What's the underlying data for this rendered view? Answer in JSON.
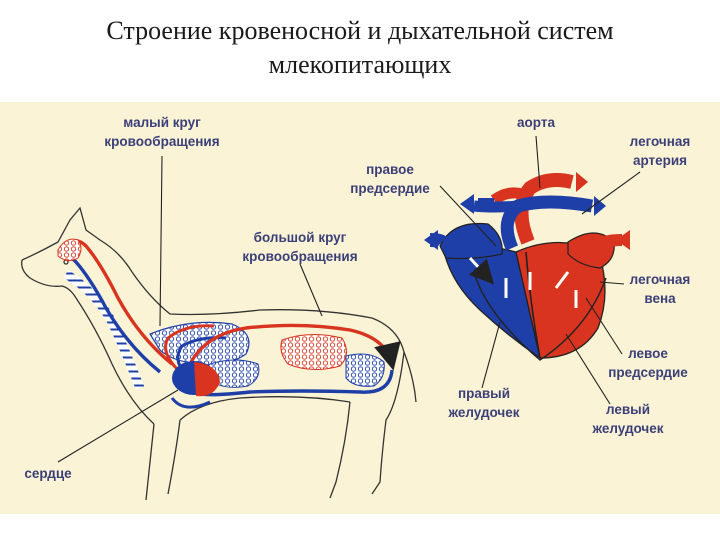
{
  "title": {
    "line1": "Строение кровеносной и дыхательной систем",
    "line2": "млекопитающих"
  },
  "labels": {
    "small_circle_1": "малый круг",
    "small_circle_2": "кровообращения",
    "big_circle_1": "большой круг",
    "big_circle_2": "кровообращения",
    "heart": "сердце",
    "aorta": "аорта",
    "right_atrium_1": "правое",
    "right_atrium_2": "предсердие",
    "pulm_artery_1": "легочная",
    "pulm_artery_2": "артерия",
    "pulm_vein_1": "легочная",
    "pulm_vein_2": "вена",
    "left_atrium_1": "левое",
    "left_atrium_2": "предсердие",
    "right_ventricle_1": "правый",
    "right_ventricle_2": "желудочек",
    "left_ventricle_1": "левый",
    "left_ventricle_2": "желудочек"
  },
  "colors": {
    "background": "#fbf3d6",
    "arterial": "#d8341f",
    "venous": "#1e3fa8",
    "outline": "#333333",
    "label": "#3a3f78"
  }
}
